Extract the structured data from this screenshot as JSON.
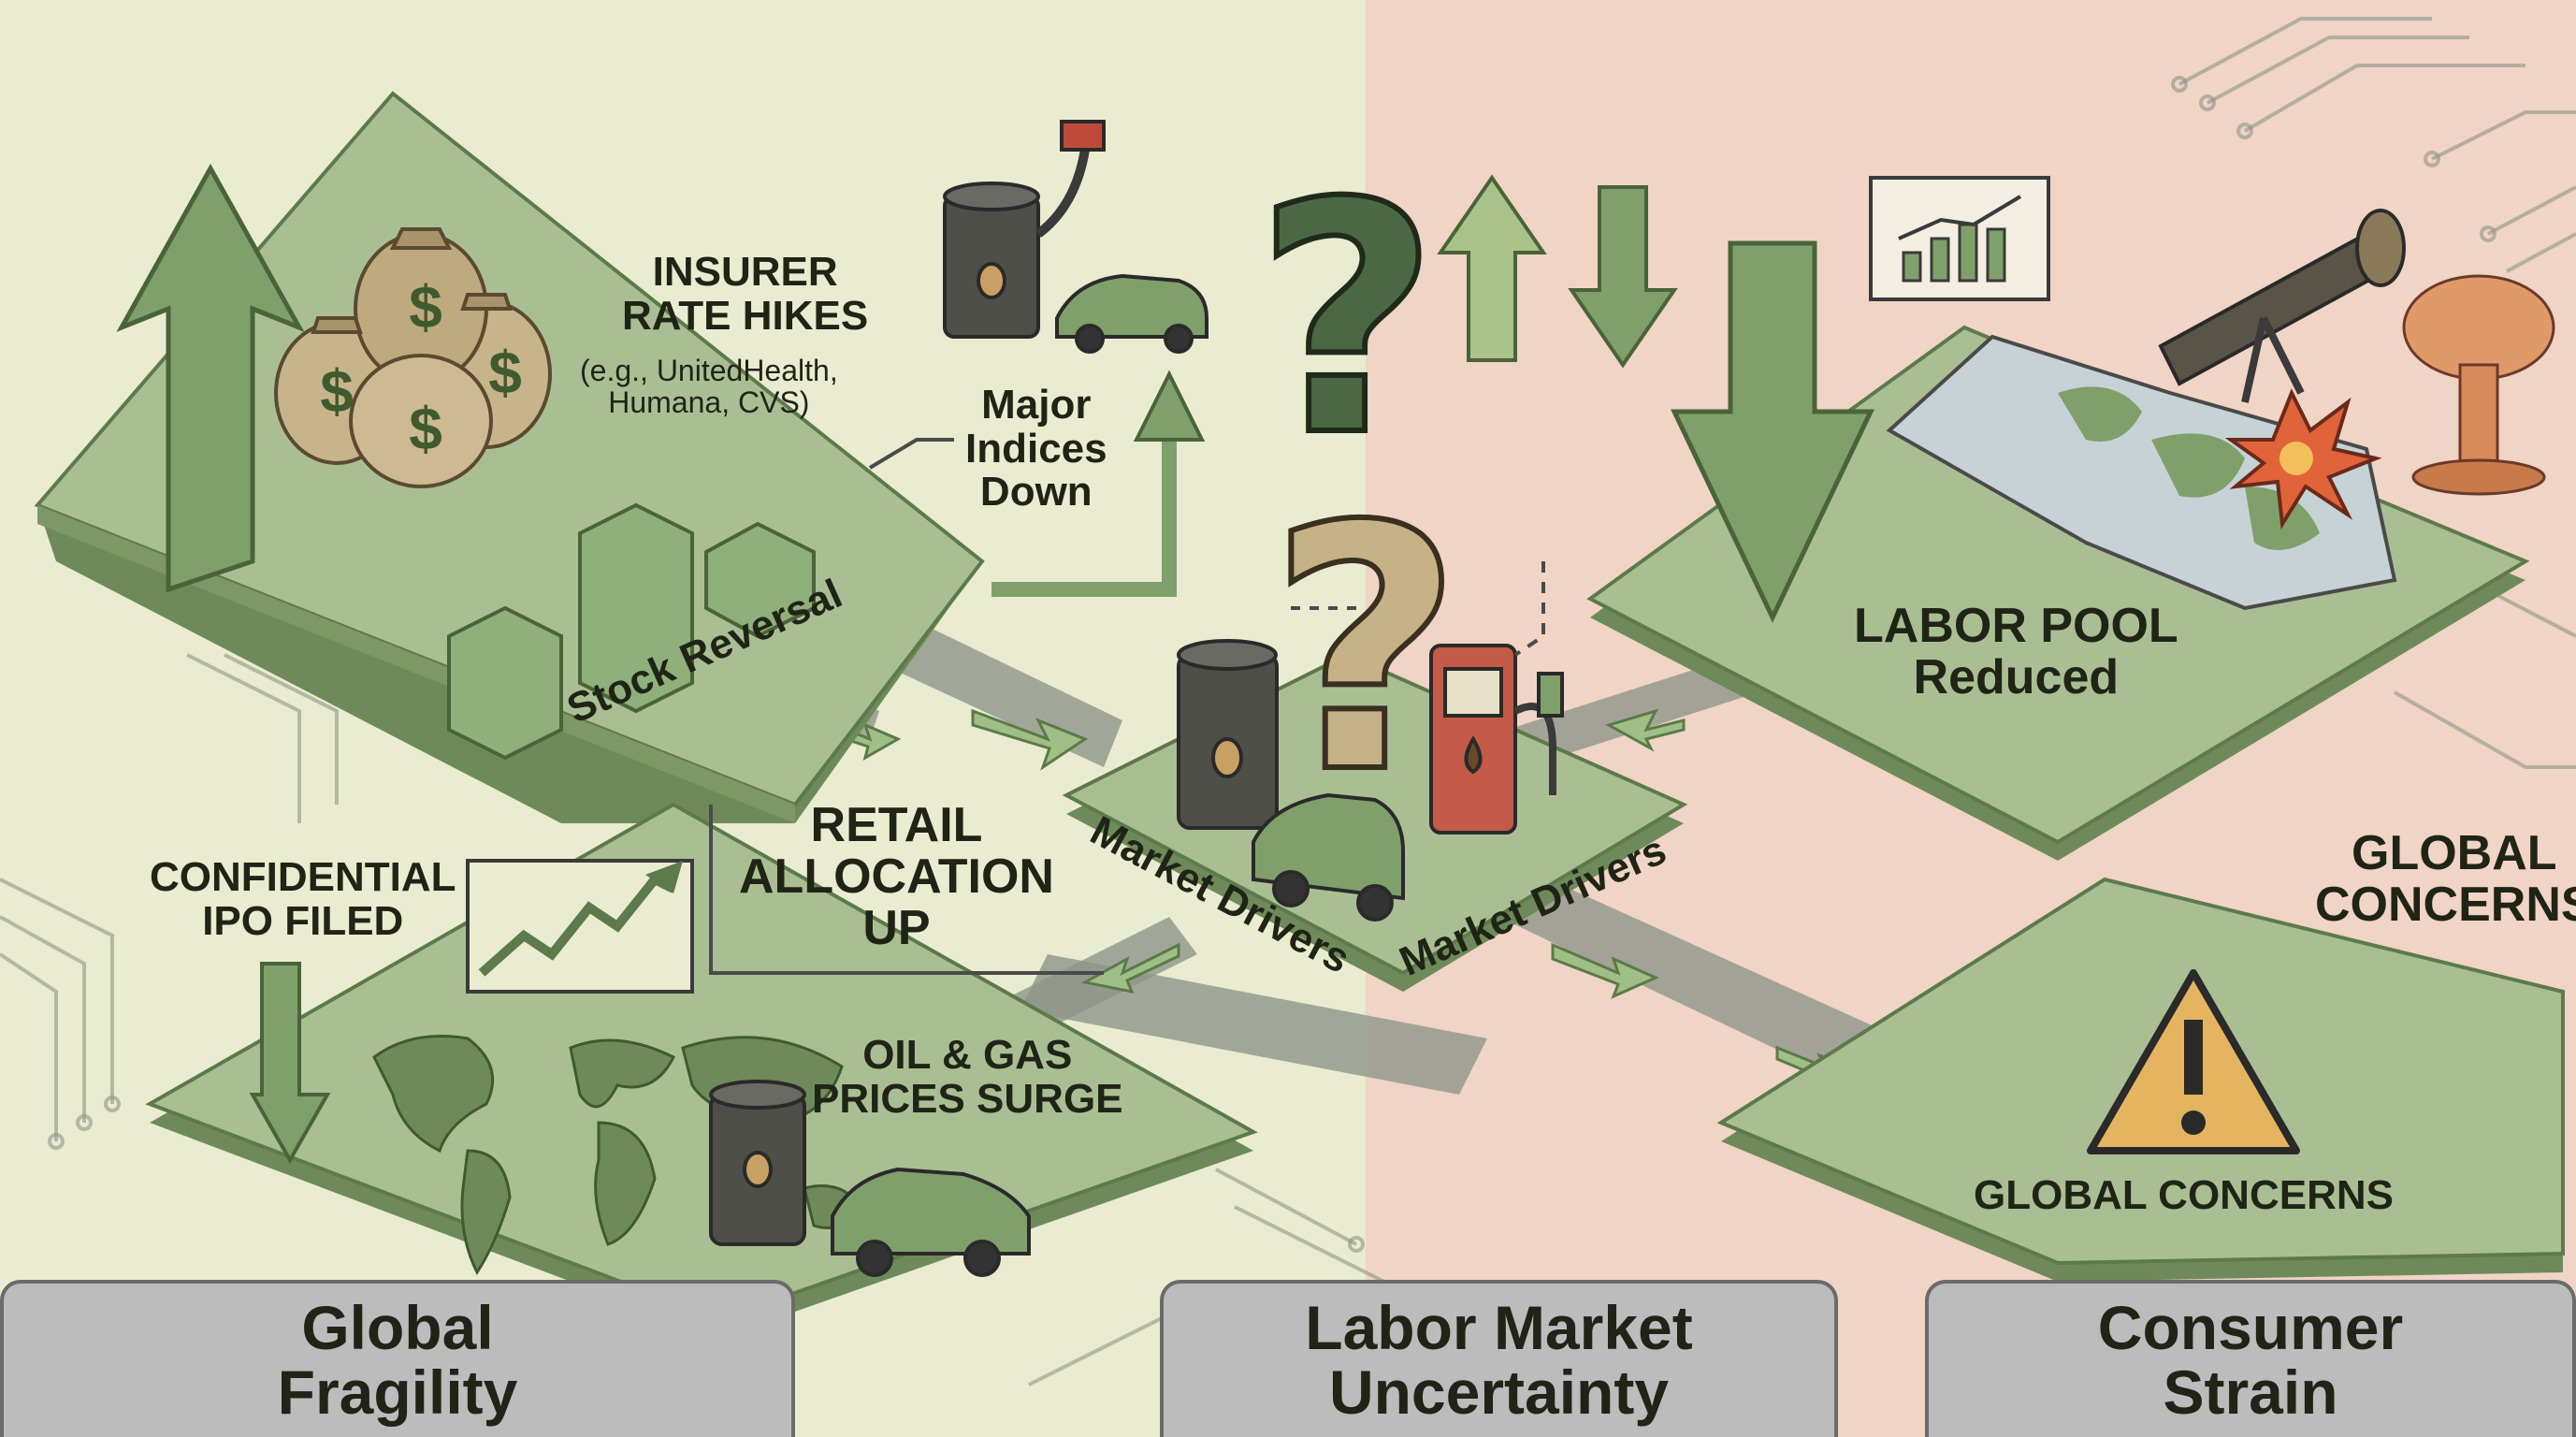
{
  "colors": {
    "bg_left": "#e9ecd0",
    "bg_right": "#f0d4c6",
    "platform": "#a9bf93",
    "platform_dark": "#6f8a5a",
    "arrow_green": "#7fa06a",
    "panel": "#bcbcbc"
  },
  "icons": [
    "up-arrow-icon",
    "down-arrow-icon",
    "money-bags-icon",
    "bar-chart-icon",
    "oil-barrel-icon",
    "car-icon",
    "gas-pump-icon",
    "question-mark-icon",
    "world-map-icon",
    "telescope-icon",
    "explosion-icon",
    "mushroom-cloud-icon",
    "warning-triangle-icon",
    "line-chart-icon"
  ],
  "labels": {
    "insurer": [
      "INSURER",
      "RATE HIKES"
    ],
    "insurer_sub": [
      "(e.g., UnitedHealth,",
      "Humana, CVS)"
    ],
    "indices": [
      "Major",
      "Indices",
      "Down"
    ],
    "stock_reversal": "Stock Reversal",
    "ipo": [
      "CONFIDENTIAL",
      "IPO FILED"
    ],
    "retail": [
      "RETAIL",
      "ALLOCATION",
      "UP"
    ],
    "oil": [
      "OIL & GAS",
      "PRICES SURGE"
    ],
    "market_drivers_left": "Market Drivers",
    "market_drivers_right": "Market Drivers",
    "labor_pool": [
      "LABOR POOL",
      "Reduced"
    ],
    "global_concerns_right": [
      "GLOBAL",
      "CONCERNS"
    ],
    "global_concerns_bottom": "GLOBAL CONCERNS"
  },
  "panels": [
    {
      "lines": [
        "Global",
        "Fragility"
      ]
    },
    {
      "lines": [
        "Labor Market",
        "Uncertainty"
      ]
    },
    {
      "lines": [
        "Consumer",
        "Strain"
      ]
    }
  ]
}
